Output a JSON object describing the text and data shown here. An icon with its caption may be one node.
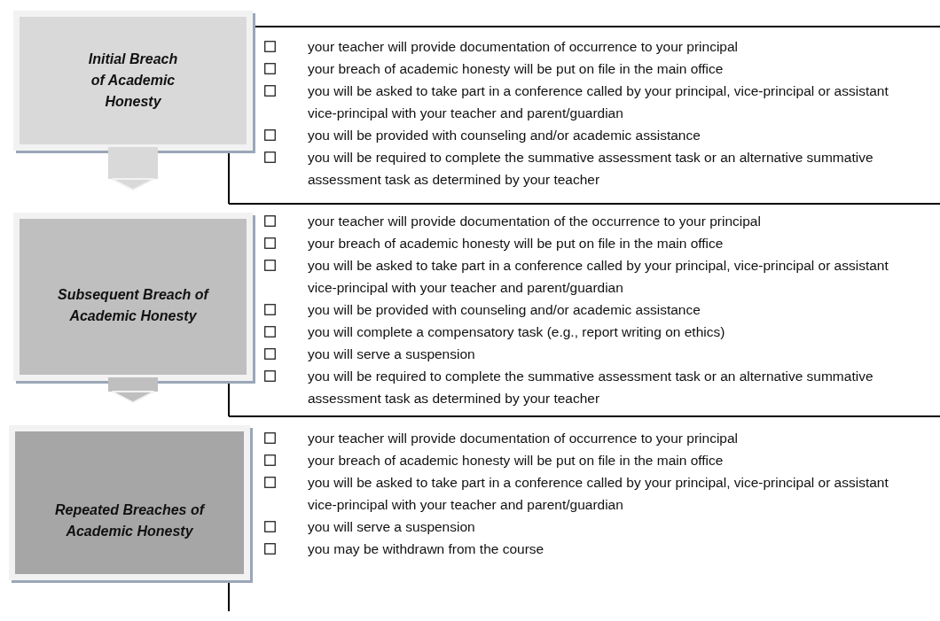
{
  "diagram": {
    "nodes": [
      {
        "text": [
          "Initial Breach of Academic Honesty"
        ]
      },
      {
        "text": [
          "Subsequent Breach of Academic Honesty"
        ]
      },
      {
        "text": [
          "Repeated Breaches of Academic Honesty"
        ]
      }
    ],
    "edges": [
      {
        "from": 0,
        "to": 1,
        "arrow": "to"
      },
      {
        "from": 1,
        "to": 2,
        "arrow": "to"
      }
    ],
    "labels": [
      "your teacher will provide documentation of occurrence to your principal",
      "your breach of academic honesty will be put on file in the main office",
      "you will be asked to take part in a conference called by your principal, vice-principal or assistant vice-principal with your teacher and parent/guardian",
      "you will be provided with counseling and/or academic assistance",
      "you will be required to complete the summative assessment task or an alternative summative assessment task as determined by your teacher",
      "your teacher will provide documentation of the occurrence to your principal",
      "your breach of academic honesty will be put on file in the main office",
      "you will be asked to take part in a conference called by your principal, vice-principal or assistant vice-principal with your teacher and parent/guardian",
      "you will be provided with counseling and/or academic assistance",
      "you will complete a compensatory task (e.g., report writing on ethics)",
      "you will serve a suspension",
      "you will be required to complete the summative assessment task or an alternative summative assessment task as determined by your teacher",
      "your teacher will provide documentation of occurrence to your principal",
      "your breach of academic honesty will be put on file in the main office",
      "you will be asked to take part in a conference called by your principal, vice-principal or assistant vice-principal with your teacher and parent/guardian",
      "you will serve a suspension",
      "you may be withdrawn from the course"
    ]
  }
}
